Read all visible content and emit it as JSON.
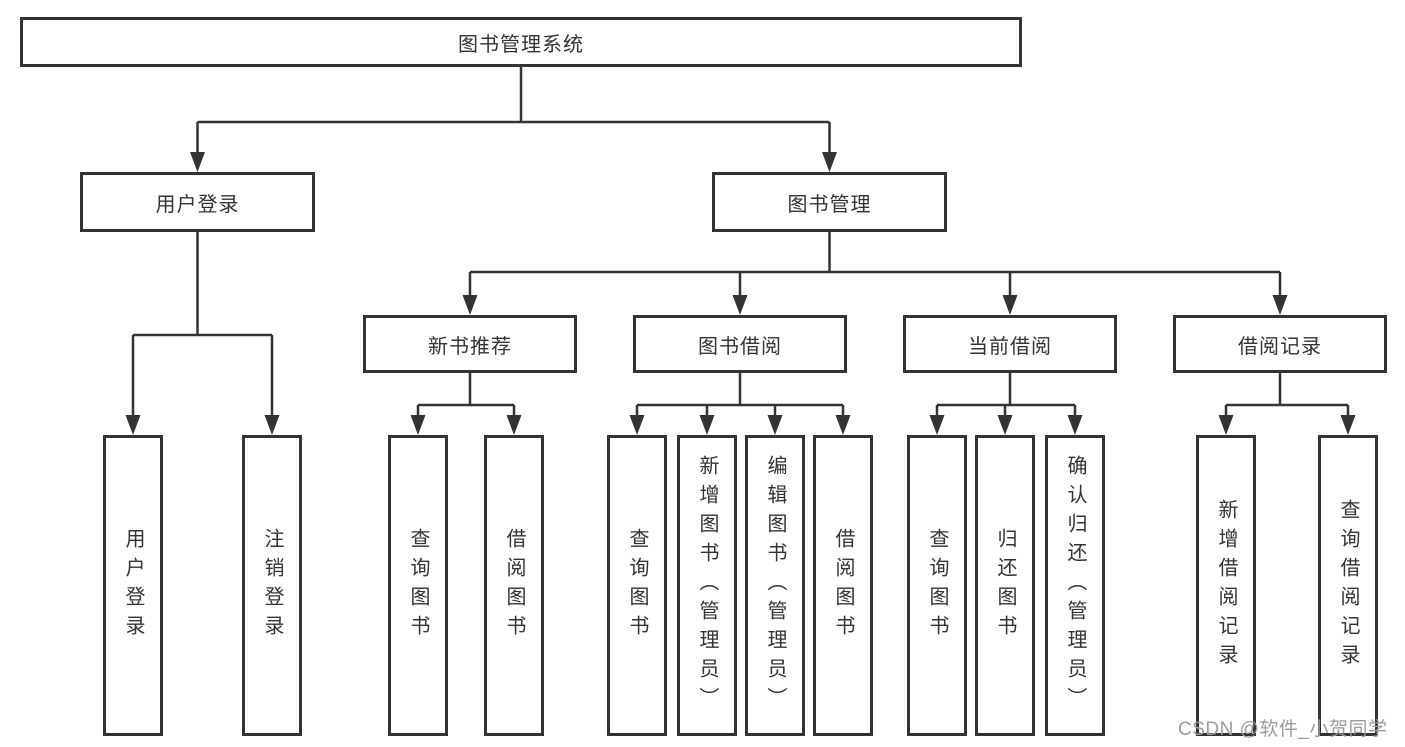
{
  "tree": {
    "root": "图书管理系统",
    "branches": [
      {
        "label": "用户登录",
        "children": [
          "用户登录",
          "注销登录"
        ]
      },
      {
        "label": "图书管理",
        "groups": [
          {
            "label": "新书推荐",
            "children": [
              "查询图书",
              "借阅图书"
            ]
          },
          {
            "label": "图书借阅",
            "children": [
              "查询图书",
              "新增图书（管理员）",
              "编辑图书（管理员）",
              "借阅图书"
            ]
          },
          {
            "label": "当前借阅",
            "children": [
              "查询图书",
              "归还图书",
              "确认归还（管理员）"
            ]
          },
          {
            "label": "借阅记录",
            "children": [
              "新增借阅记录",
              "查询借阅记录"
            ]
          }
        ]
      }
    ]
  },
  "watermark": {
    "text": "CSDN @软件_小贺同学"
  },
  "colors": {
    "line": "#333333",
    "box_border": "#333333",
    "box_bg": "#ffffff",
    "text": "#333333",
    "watermark": "#9b9ba1"
  }
}
